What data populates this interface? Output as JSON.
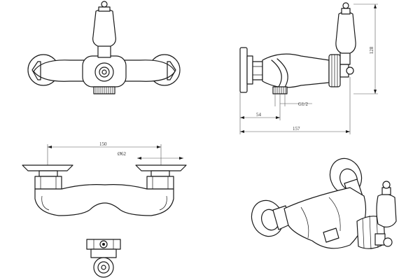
{
  "dimensions": {
    "height_128": "128",
    "thread_g12": "G1/2",
    "depth_54": "54",
    "depth_157": "157",
    "centers_150": "150",
    "diameter_62": "Ø62"
  },
  "colors": {
    "line": "#1a1a1a",
    "dimension": "#555555",
    "background": "#ffffff"
  }
}
